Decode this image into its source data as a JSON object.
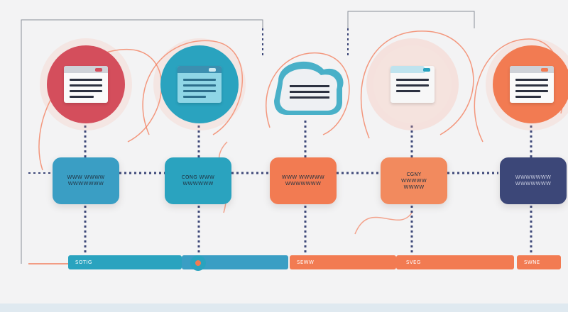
{
  "colors": {
    "teal": "#2aa3bf",
    "blue": "#3a9ec4",
    "orange": "#f27b52",
    "coral": "#ee6a4c",
    "red": "#d44e5c",
    "navy": "#3c4778",
    "wire": "#f2805f",
    "dark": "#2c3140"
  },
  "icons": [
    "document-icon",
    "document-icon",
    "cloud-document-icon",
    "document-icon",
    "document-icon"
  ],
  "nodes": [
    {
      "label": "WWW WWWW\nWWWWWWW"
    },
    {
      "label": "CONG WWW\nWWWWWW"
    },
    {
      "label": "WWW WWWWW\nWWWWWWW"
    },
    {
      "label": "CGNY\nWWWWW\nWWWW"
    },
    {
      "label": "WWWWWWW\nWWWWWWW"
    }
  ],
  "bands": [
    {
      "label": "SOTIG"
    },
    {
      "label": "SEWW"
    },
    {
      "label": "SVEG"
    },
    {
      "label": "SWNE"
    }
  ]
}
